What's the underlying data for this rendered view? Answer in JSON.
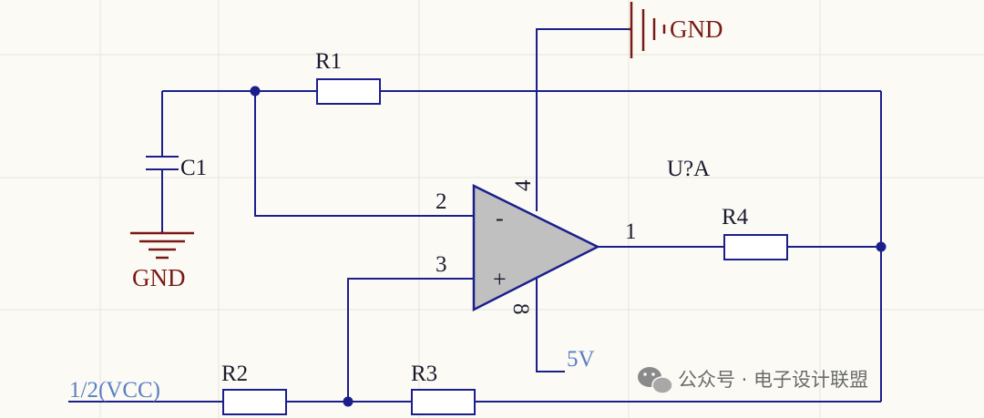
{
  "labels": {
    "r1": "R1",
    "r2": "R2",
    "r3": "R3",
    "r4": "R4",
    "c1": "C1",
    "u": "U?A",
    "gnd_top": "GND",
    "gnd_left": "GND",
    "pin1": "1",
    "pin2": "2",
    "pin3": "3",
    "pin4": "4",
    "pin8": "8",
    "minus": "-",
    "plus": "+",
    "v5": "5V",
    "vcc_half": "1/2(VCC)"
  },
  "watermark": {
    "text": "公众号 · 电子设计联盟",
    "icon": "wechat-icon"
  },
  "colors": {
    "wire": "#1a1f8c",
    "ground": "#7a1a14",
    "opamp_fill": "#c0c0c0",
    "net_label": "#5a7fc4"
  }
}
